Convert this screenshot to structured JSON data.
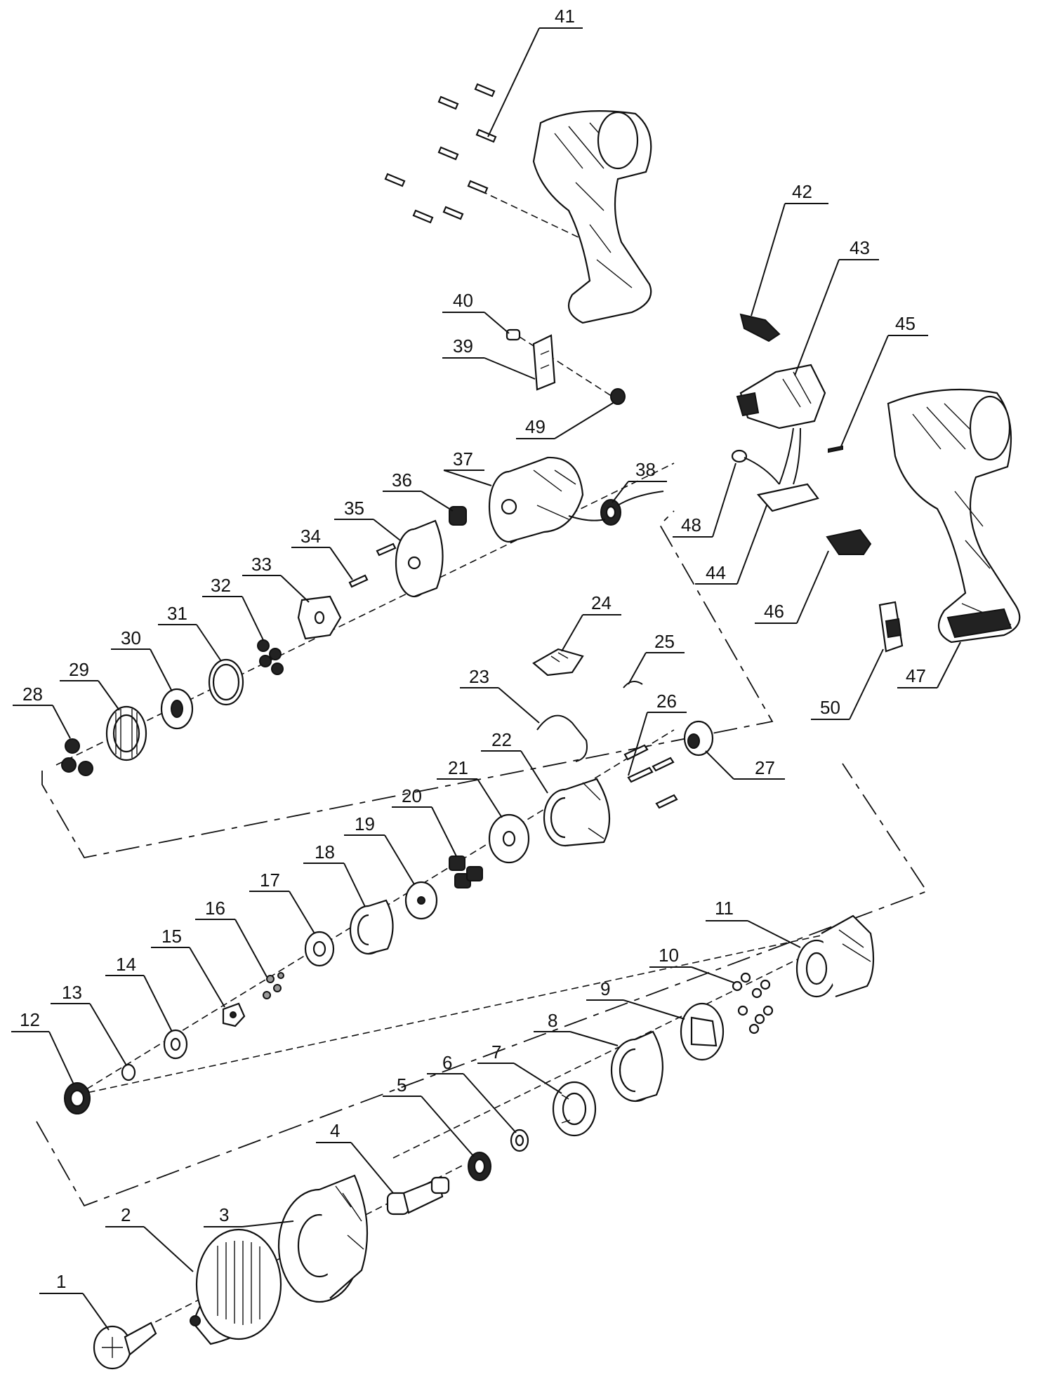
{
  "callouts": [
    {
      "id": "1",
      "label": "1"
    },
    {
      "id": "2",
      "label": "2"
    },
    {
      "id": "3",
      "label": "3"
    },
    {
      "id": "4",
      "label": "4"
    },
    {
      "id": "5",
      "label": "5"
    },
    {
      "id": "6",
      "label": "6"
    },
    {
      "id": "7",
      "label": "7"
    },
    {
      "id": "8",
      "label": "8"
    },
    {
      "id": "9",
      "label": "9"
    },
    {
      "id": "10",
      "label": "10"
    },
    {
      "id": "11",
      "label": "11"
    },
    {
      "id": "12",
      "label": "12"
    },
    {
      "id": "13",
      "label": "13"
    },
    {
      "id": "14",
      "label": "14"
    },
    {
      "id": "15",
      "label": "15"
    },
    {
      "id": "16",
      "label": "16"
    },
    {
      "id": "17",
      "label": "17"
    },
    {
      "id": "18",
      "label": "18"
    },
    {
      "id": "19",
      "label": "19"
    },
    {
      "id": "20",
      "label": "20"
    },
    {
      "id": "21",
      "label": "21"
    },
    {
      "id": "22",
      "label": "22"
    },
    {
      "id": "23",
      "label": "23"
    },
    {
      "id": "24",
      "label": "24"
    },
    {
      "id": "25",
      "label": "25"
    },
    {
      "id": "26",
      "label": "26"
    },
    {
      "id": "27",
      "label": "27"
    },
    {
      "id": "28",
      "label": "28"
    },
    {
      "id": "29",
      "label": "29"
    },
    {
      "id": "30",
      "label": "30"
    },
    {
      "id": "31",
      "label": "31"
    },
    {
      "id": "32",
      "label": "32"
    },
    {
      "id": "33",
      "label": "33"
    },
    {
      "id": "34",
      "label": "34"
    },
    {
      "id": "35",
      "label": "35"
    },
    {
      "id": "36",
      "label": "36"
    },
    {
      "id": "37",
      "label": "37"
    },
    {
      "id": "38",
      "label": "38"
    },
    {
      "id": "39",
      "label": "39"
    },
    {
      "id": "40",
      "label": "40"
    },
    {
      "id": "41",
      "label": "41"
    },
    {
      "id": "42",
      "label": "42"
    },
    {
      "id": "43",
      "label": "43"
    },
    {
      "id": "44",
      "label": "44"
    },
    {
      "id": "45",
      "label": "45"
    },
    {
      "id": "46",
      "label": "46"
    },
    {
      "id": "47",
      "label": "47"
    },
    {
      "id": "48",
      "label": "48"
    },
    {
      "id": "49",
      "label": "49"
    },
    {
      "id": "50",
      "label": "50"
    }
  ]
}
